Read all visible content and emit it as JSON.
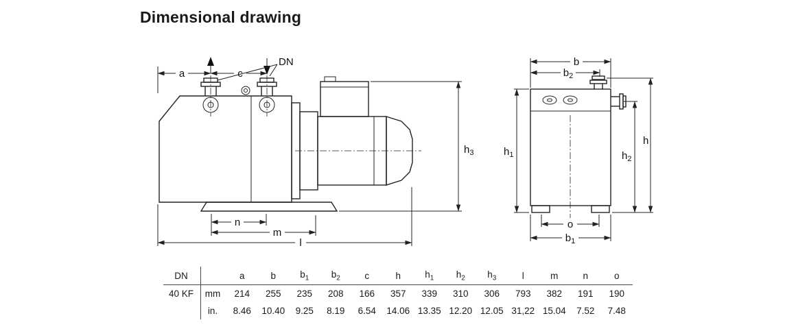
{
  "title": "Dimensional drawing",
  "drawing": {
    "side": {
      "dn_label": "DN",
      "a": "a",
      "c": "c",
      "h3_base": "h",
      "h3_sub": "3",
      "n": "n",
      "m": "m",
      "l": "l"
    },
    "front": {
      "b": "b",
      "b2_base": "b",
      "b2_sub": "2",
      "b1_base": "b",
      "b1_sub": "1",
      "h1_base": "h",
      "h1_sub": "1",
      "h2_base": "h",
      "h2_sub": "2",
      "h": "h",
      "o": "o"
    }
  },
  "table": {
    "dn_header": "DN",
    "columns": [
      {
        "base": "a"
      },
      {
        "base": "b"
      },
      {
        "base": "b",
        "sub": "1"
      },
      {
        "base": "b",
        "sub": "2"
      },
      {
        "base": "c"
      },
      {
        "base": "h"
      },
      {
        "base": "h",
        "sub": "1"
      },
      {
        "base": "h",
        "sub": "2"
      },
      {
        "base": "h",
        "sub": "3"
      },
      {
        "base": "l"
      },
      {
        "base": "m"
      },
      {
        "base": "n"
      },
      {
        "base": "o"
      }
    ],
    "rows": [
      {
        "dn": "40 KF",
        "unit": "mm",
        "values": [
          "214",
          "255",
          "235",
          "208",
          "166",
          "357",
          "339",
          "310",
          "306",
          "793",
          "382",
          "191",
          "190"
        ]
      },
      {
        "dn": "",
        "unit": "in.",
        "values": [
          "8.46",
          "10.40",
          "9.25",
          "8.19",
          "6.54",
          "14.06",
          "13.35",
          "12.20",
          "12.05",
          "31,22",
          "15.04",
          "7.52",
          "7.48"
        ]
      }
    ]
  }
}
